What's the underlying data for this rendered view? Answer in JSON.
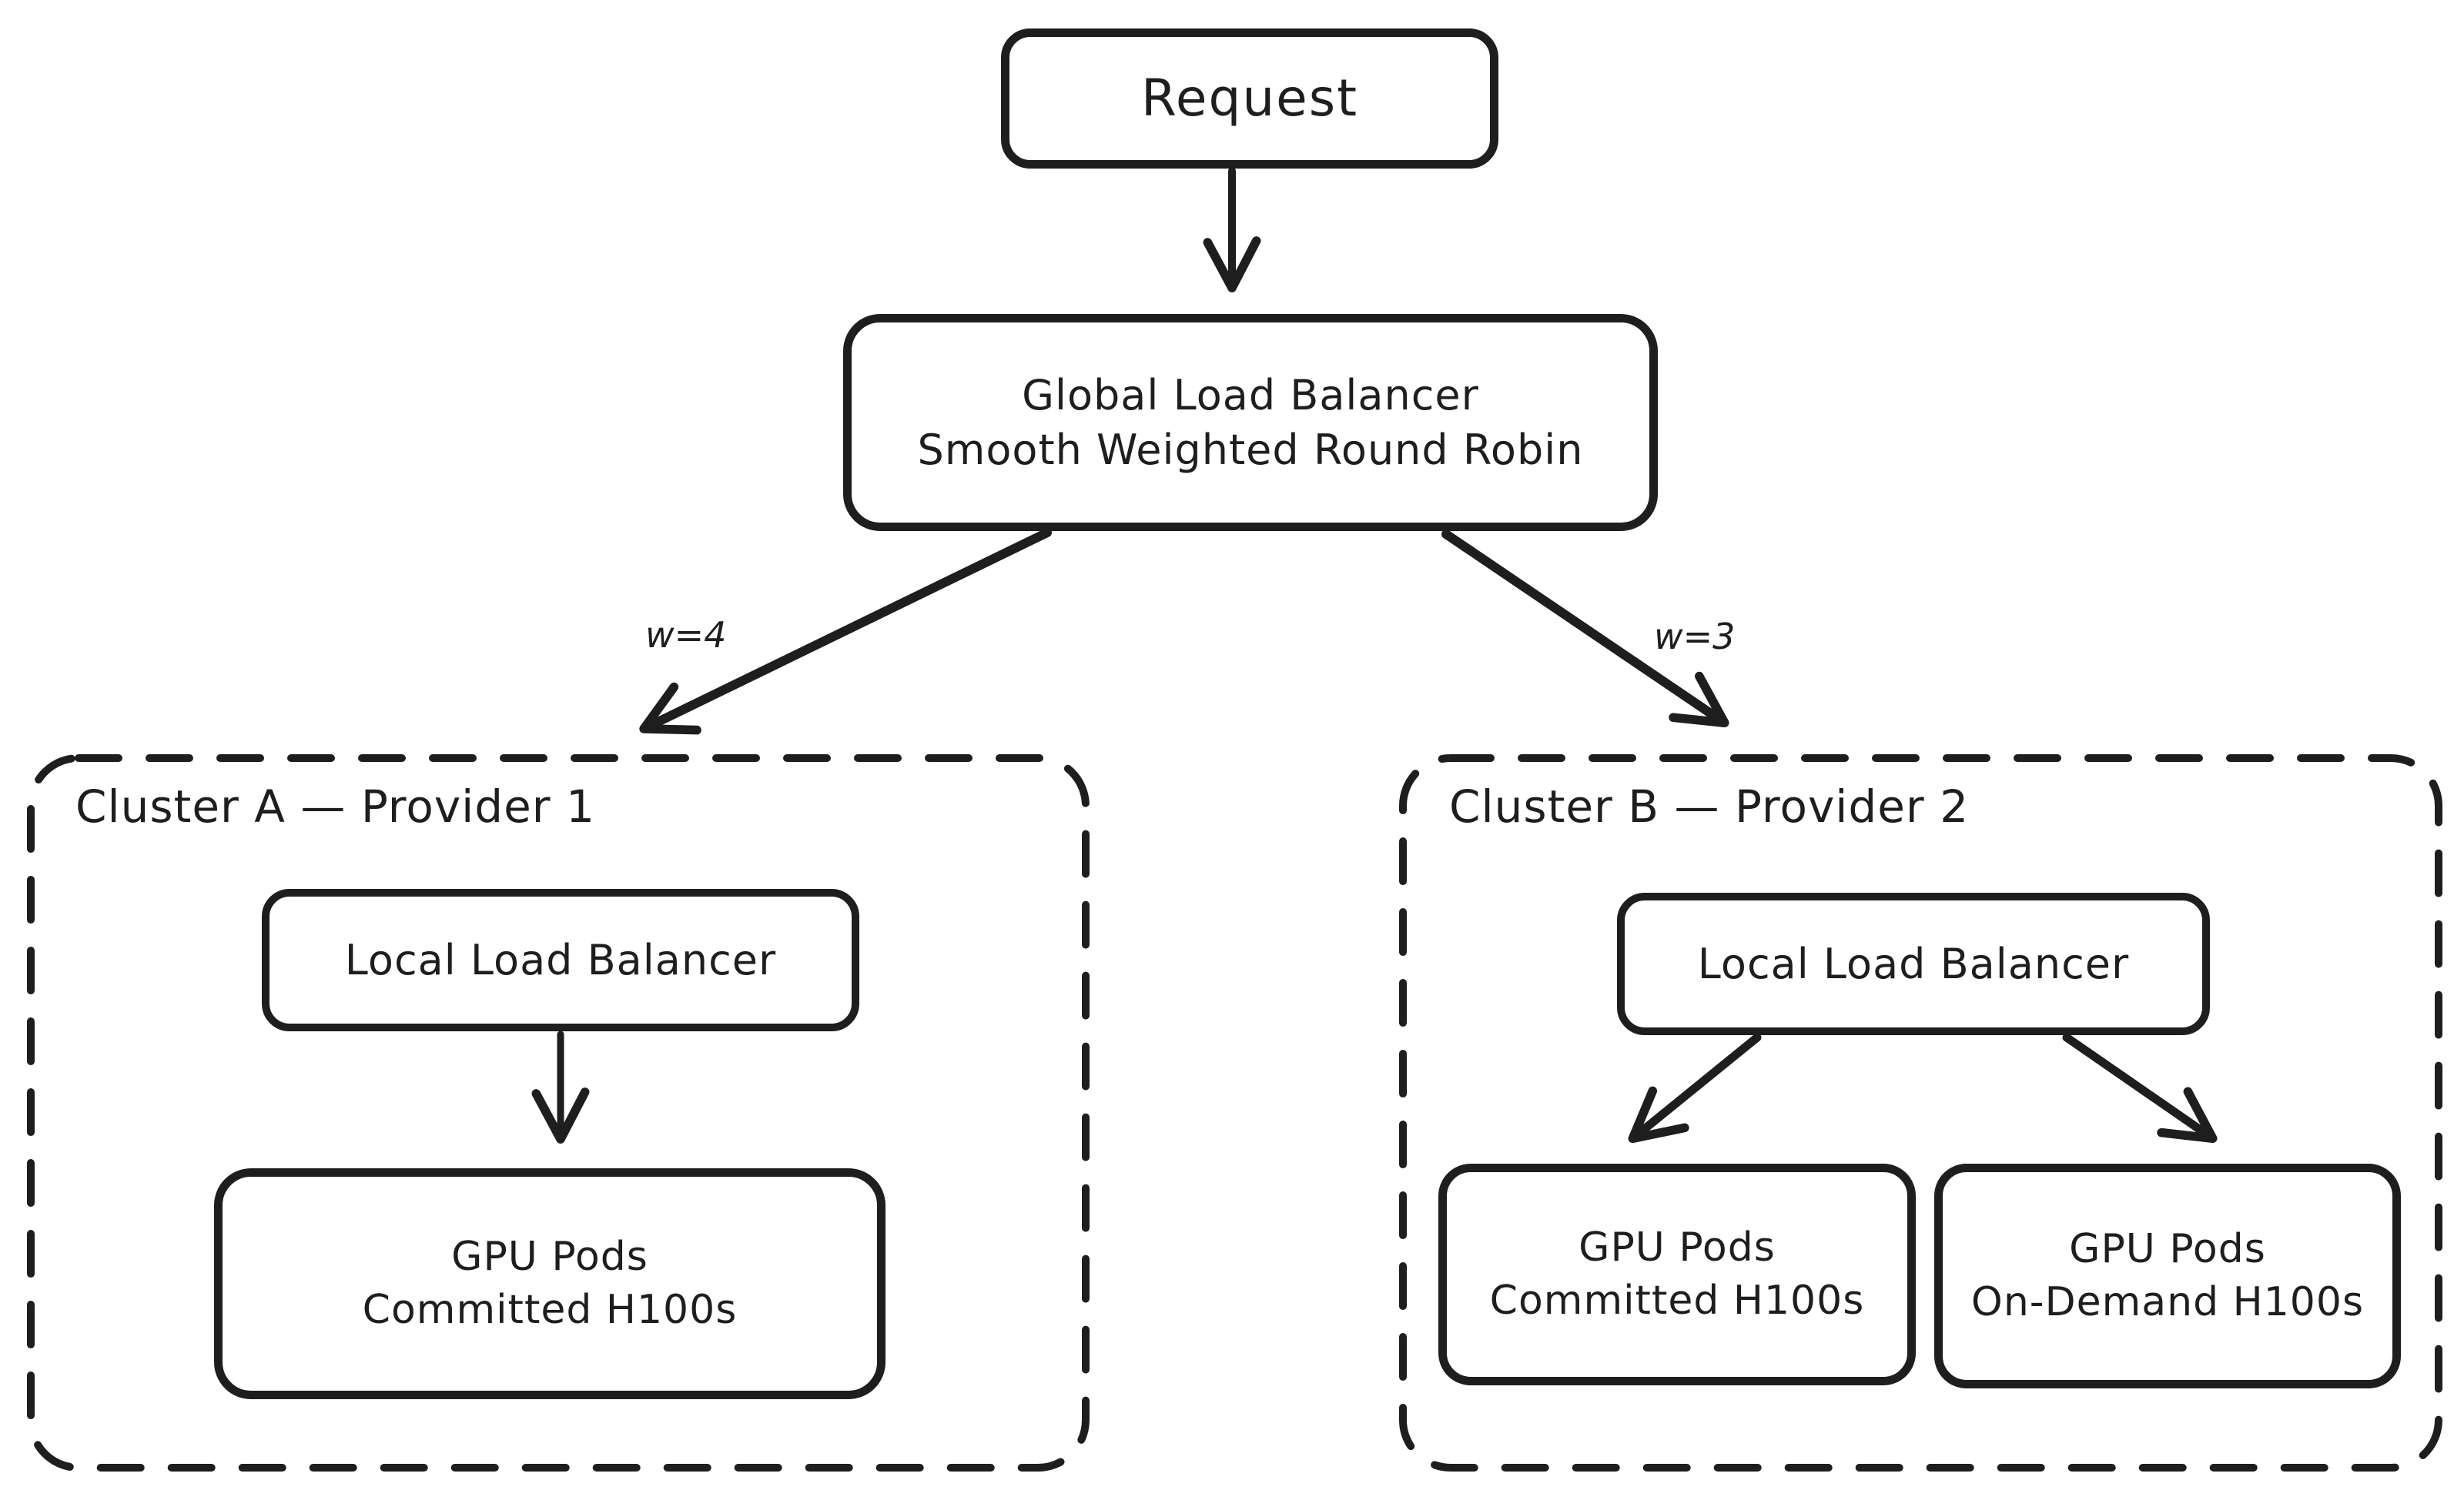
{
  "diagram": {
    "request": {
      "label": "Request"
    },
    "global_lb": {
      "line1": "Global Load Balancer",
      "line2": "Smooth Weighted Round Robin"
    },
    "edges": {
      "weight_cluster_a": "w=4",
      "weight_cluster_b": "w=3"
    },
    "cluster_a": {
      "title": "Cluster A — Provider 1",
      "local_lb": "Local Load Balancer",
      "gpu_pods": {
        "line1": "GPU Pods",
        "line2": "Committed H100s"
      }
    },
    "cluster_b": {
      "title": "Cluster B — Provider 2",
      "local_lb": "Local Load Balancer",
      "gpu_committed": {
        "line1": "GPU Pods",
        "line2": "Committed H100s"
      },
      "gpu_ondemand": {
        "line1": "GPU Pods",
        "line2": "On-Demand H100s"
      }
    },
    "colors": {
      "stroke": "#1e1e1e",
      "background": "#ffffff"
    }
  }
}
